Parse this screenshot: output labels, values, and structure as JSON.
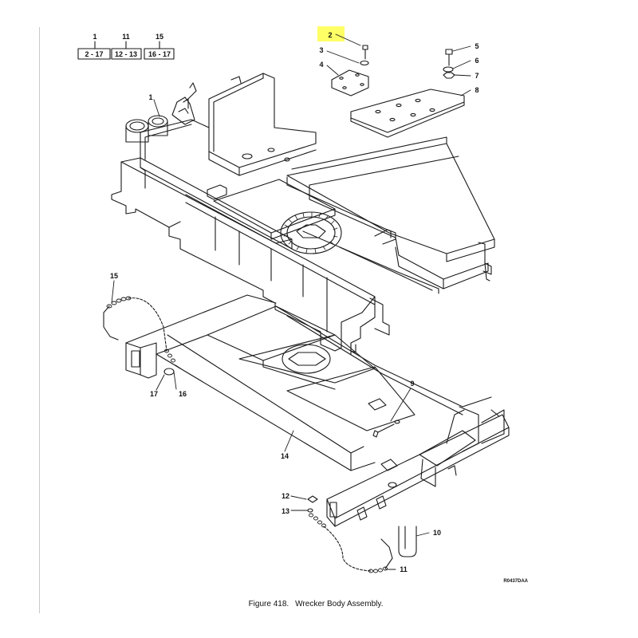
{
  "reference_table": [
    {
      "item": "1",
      "range": "2 - 17"
    },
    {
      "item": "11",
      "range": "12 - 13"
    },
    {
      "item": "15",
      "range": "16 - 17"
    }
  ],
  "callouts": [
    "1",
    "2",
    "3",
    "4",
    "5",
    "6",
    "7",
    "8",
    "9",
    "10",
    "11",
    "12",
    "13",
    "14",
    "15",
    "16",
    "17"
  ],
  "highlighted_callout": "2",
  "highlight_color": "#ffff66",
  "drawing_code": "R0437DAA",
  "caption": {
    "figure_label": "Figure  418.",
    "title": "Wrecker Body Assembly."
  }
}
